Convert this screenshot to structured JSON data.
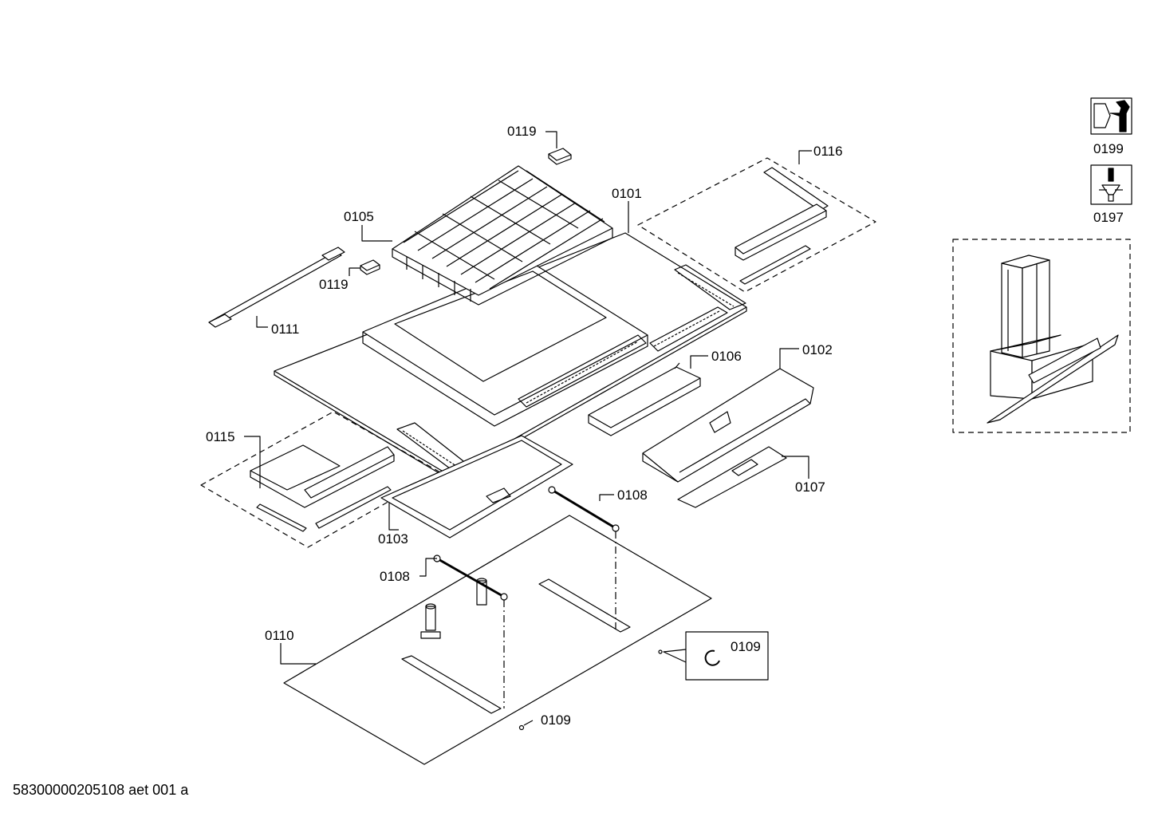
{
  "labels": {
    "p0119_top": "0119",
    "p0116": "0116",
    "p0101": "0101",
    "p0105": "0105",
    "p0119_mid": "0119",
    "p0111": "0111",
    "p0106": "0106",
    "p0102": "0102",
    "p0115": "0115",
    "p0107": "0107",
    "p0108_right": "0108",
    "p0103": "0103",
    "p0108_left": "0108",
    "p0110": "0110",
    "p0109_box": "0109",
    "p0109_bottom": "0109",
    "p0199": "0199",
    "p0197": "0197"
  },
  "footer": {
    "drawing_id": "58300000205108 aet 001 a"
  },
  "icons": {
    "p0199": "wrench-icon",
    "p0197": "screwdriver-icon"
  }
}
